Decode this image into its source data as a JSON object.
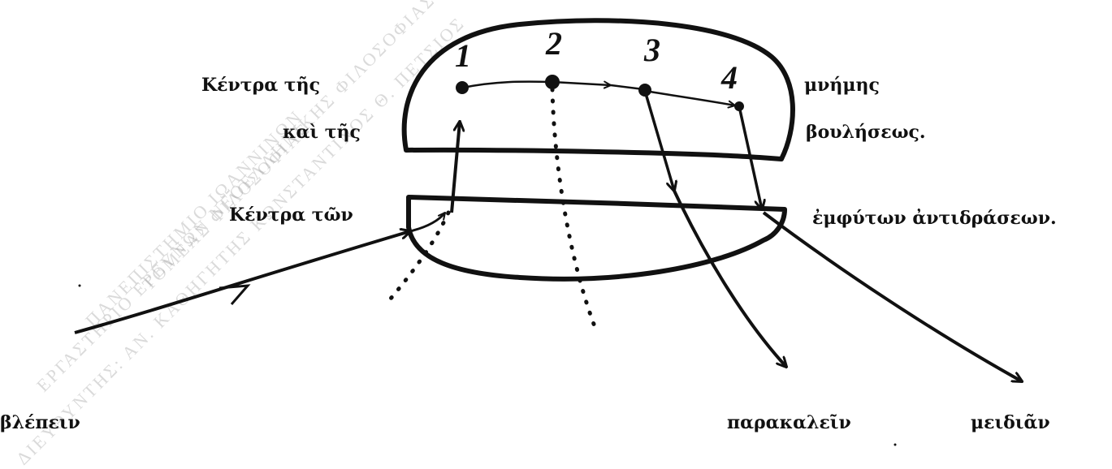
{
  "labels": {
    "upper_left_1": "Κέντρα τῆς",
    "upper_left_2": "καὶ τῆς",
    "upper_right_1": "μνήμης",
    "upper_right_2": "βουλήσεως.",
    "lower_left": "Κέντρα τῶν",
    "lower_right": "ἐμφύτων ἀντιδράσεων.",
    "input": "βλέπειν",
    "output_1": "παρακαλεῖν",
    "output_2": "μειδιᾶν"
  },
  "nodes": [
    "1",
    "2",
    "3",
    "4"
  ],
  "watermark": {
    "line1": "ΠΑΝΕΠΙΣΤΗΜΙΟ ΙΩΑΝΝΙΝΩΝ",
    "line2": "ΤΟΜΕΑΣ ΦΙΛΟΣΟΦΙΑΣ",
    "line3": "ΕΡΓΑΣΤΗΡΙΟ ΕΡΕΥΝΩΝ ΝΕΟΕΛΛΗΝΙΚΗΣ ΦΙΛΟΣΟΦΙΑΣ",
    "line4": "ΔΙΕΥΘΥΝΤΗΣ: ΑΝ. ΚΑΘΗΓΗΤΗΣ ΚΩΝΣΤΑΝΤΙΝΟΣ Θ. ΠΕΤΣΙΟΣ"
  },
  "colors": {
    "ink": "#111111",
    "watermark": "#969696"
  }
}
